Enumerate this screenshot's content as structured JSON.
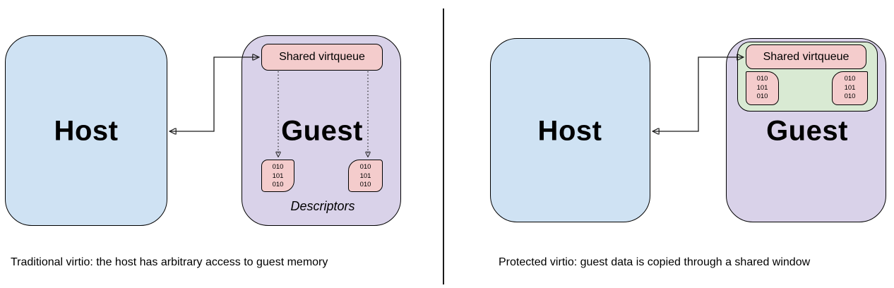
{
  "palette": {
    "host_fill": "#cfe2f3",
    "guest_fill": "#d9d2e9",
    "queue_fill": "#f4cccc",
    "window_fill": "#d9ead3",
    "border": "#000000",
    "line": "#1a1a1a",
    "text": "#000000"
  },
  "left_panel": {
    "host_label": "Host",
    "guest_label": "Guest",
    "virtqueue_label": "Shared virtqueue",
    "descriptor_bits": [
      "010",
      "101",
      "010"
    ],
    "descriptors_label": "Descriptors",
    "caption": "Traditional virtio: the host has arbitrary access to guest memory"
  },
  "right_panel": {
    "host_label": "Host",
    "guest_label": "Guest",
    "virtqueue_label": "Shared virtqueue",
    "descriptor_bits": [
      "010",
      "101",
      "010"
    ],
    "caption": "Protected virtio: guest data is copied through a shared window"
  }
}
